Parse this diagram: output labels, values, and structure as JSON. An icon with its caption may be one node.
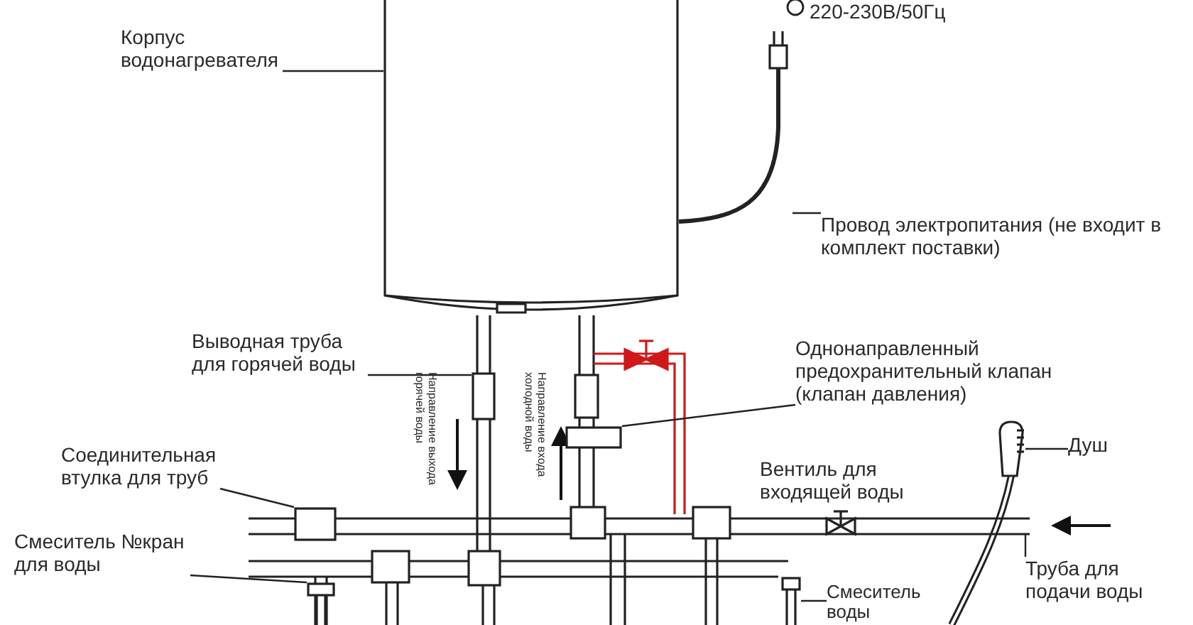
{
  "diagram": {
    "nodes": [
      {
        "text": [
          "Корпус водонагревателя"
        ]
      },
      {
        "text": [],
        "shape": "cylinder"
      },
      {
        "text": [
          "Провод электропитания (не входит в комплект поставки)"
        ]
      },
      {
        "text": [],
        "shape": "picture"
      },
      {
        "text": [
          "Выводная труба для горячей воды"
        ]
      },
      {
        "text": [],
        "shape": "box"
      },
      {
        "text": [
          "Однонаправленный предохранительный клапан (клапан давления)"
        ]
      },
      {
        "text": [],
        "shape": "box"
      },
      {
        "text": [
          "Соединительная втулка для труб"
        ]
      },
      {
        "text": [],
        "shape": "box"
      },
      {
        "text": [
          "Душ"
        ]
      },
      {
        "text": [],
        "shape": "picture"
      },
      {
        "text": [
          "Труба для подачи воды"
        ]
      },
      {
        "text": [],
        "shape": "picture"
      },
      {
        "text": [
          "Смеситель №кран для воды"
        ]
      },
      {
        "text": [],
        "shape": "picture"
      },
      {
        "text": [
          "Смеситель воды"
        ]
      },
      {
        "text": [],
        "shape": "picture"
      }
    ],
    "edges": [
      {
        "from": 0,
        "to": 1,
        "arrow": "none"
      },
      {
        "from": 2,
        "to": 3,
        "arrow": "none"
      },
      {
        "from": 4,
        "to": 5,
        "arrow": "none"
      },
      {
        "from": 6,
        "to": 7,
        "arrow": "none"
      },
      {
        "from": 8,
        "to": 9,
        "arrow": "none"
      },
      {
        "from": 10,
        "to": 11,
        "arrow": "none"
      },
      {
        "from": 12,
        "to": 13,
        "arrow": "none"
      },
      {
        "from": 14,
        "to": 15,
        "arrow": "none"
      },
      {
        "from": 16,
        "to": 17,
        "arrow": "none"
      }
    ],
    "labels": [
      "220-230В/50Гц",
      "Направление выхода горячей воды",
      "Направление входа холодной воды",
      "Вентиль для входящей воды"
    ]
  }
}
